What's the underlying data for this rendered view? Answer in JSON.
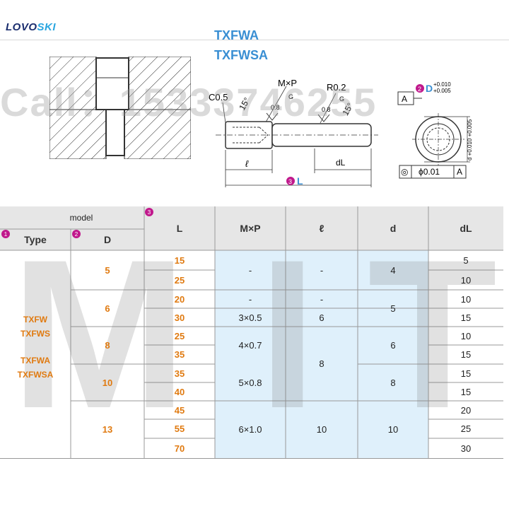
{
  "brand": {
    "part1": "LOVO",
    "part2": "SKI"
  },
  "product_codes": [
    "TXFWA",
    "TXFWSA"
  ],
  "watermark": {
    "text": "Call：15333746255",
    "letters": [
      "M",
      "I",
      "T"
    ]
  },
  "drawing": {
    "chamfer": "C0.5",
    "angle_left": "15°",
    "thread": "M×P",
    "radius": "R0.2",
    "roughness": "0.8",
    "grind": "G",
    "angle_right": "15°",
    "ell": "ℓ",
    "dl": "dL",
    "L": "L",
    "L_marker": "3",
    "D_marker": "2",
    "D": "D",
    "D_tol_upper": "+0.010",
    "D_tol_lower": "+0.005",
    "d_tol": "d +0.010 +0.005",
    "datum": "A",
    "runout_symbol": "◎",
    "runout_value": "ϕ0.01",
    "runout_datum": "A"
  },
  "table": {
    "model_label": "model",
    "markers": {
      "type": "1",
      "D": "2",
      "L": "3"
    },
    "headers": {
      "type": "Type",
      "D": "D",
      "L": "L",
      "mxp": "M×P",
      "ell": "ℓ",
      "d": "d",
      "dl": "dL"
    },
    "type_groups": [
      "TXFW",
      "TXFWS",
      "TXFWA",
      "TXFWSA"
    ],
    "D_values": [
      "5",
      "6",
      "8",
      "10",
      "13"
    ],
    "L_values": [
      "15",
      "25",
      "20",
      "30",
      "25",
      "35",
      "35",
      "40",
      "45",
      "55",
      "70"
    ],
    "mxp_values": [
      "-",
      "-",
      "3×0.5",
      "4×0.7",
      "5×0.8",
      "6×1.0"
    ],
    "ell_values": [
      "-",
      "-",
      "6",
      "8",
      "10"
    ],
    "d_values": [
      "4",
      "5",
      "6",
      "8",
      "10"
    ],
    "dl_values": [
      "5",
      "10",
      "10",
      "15",
      "10",
      "15",
      "15",
      "15",
      "20",
      "25",
      "30"
    ]
  }
}
